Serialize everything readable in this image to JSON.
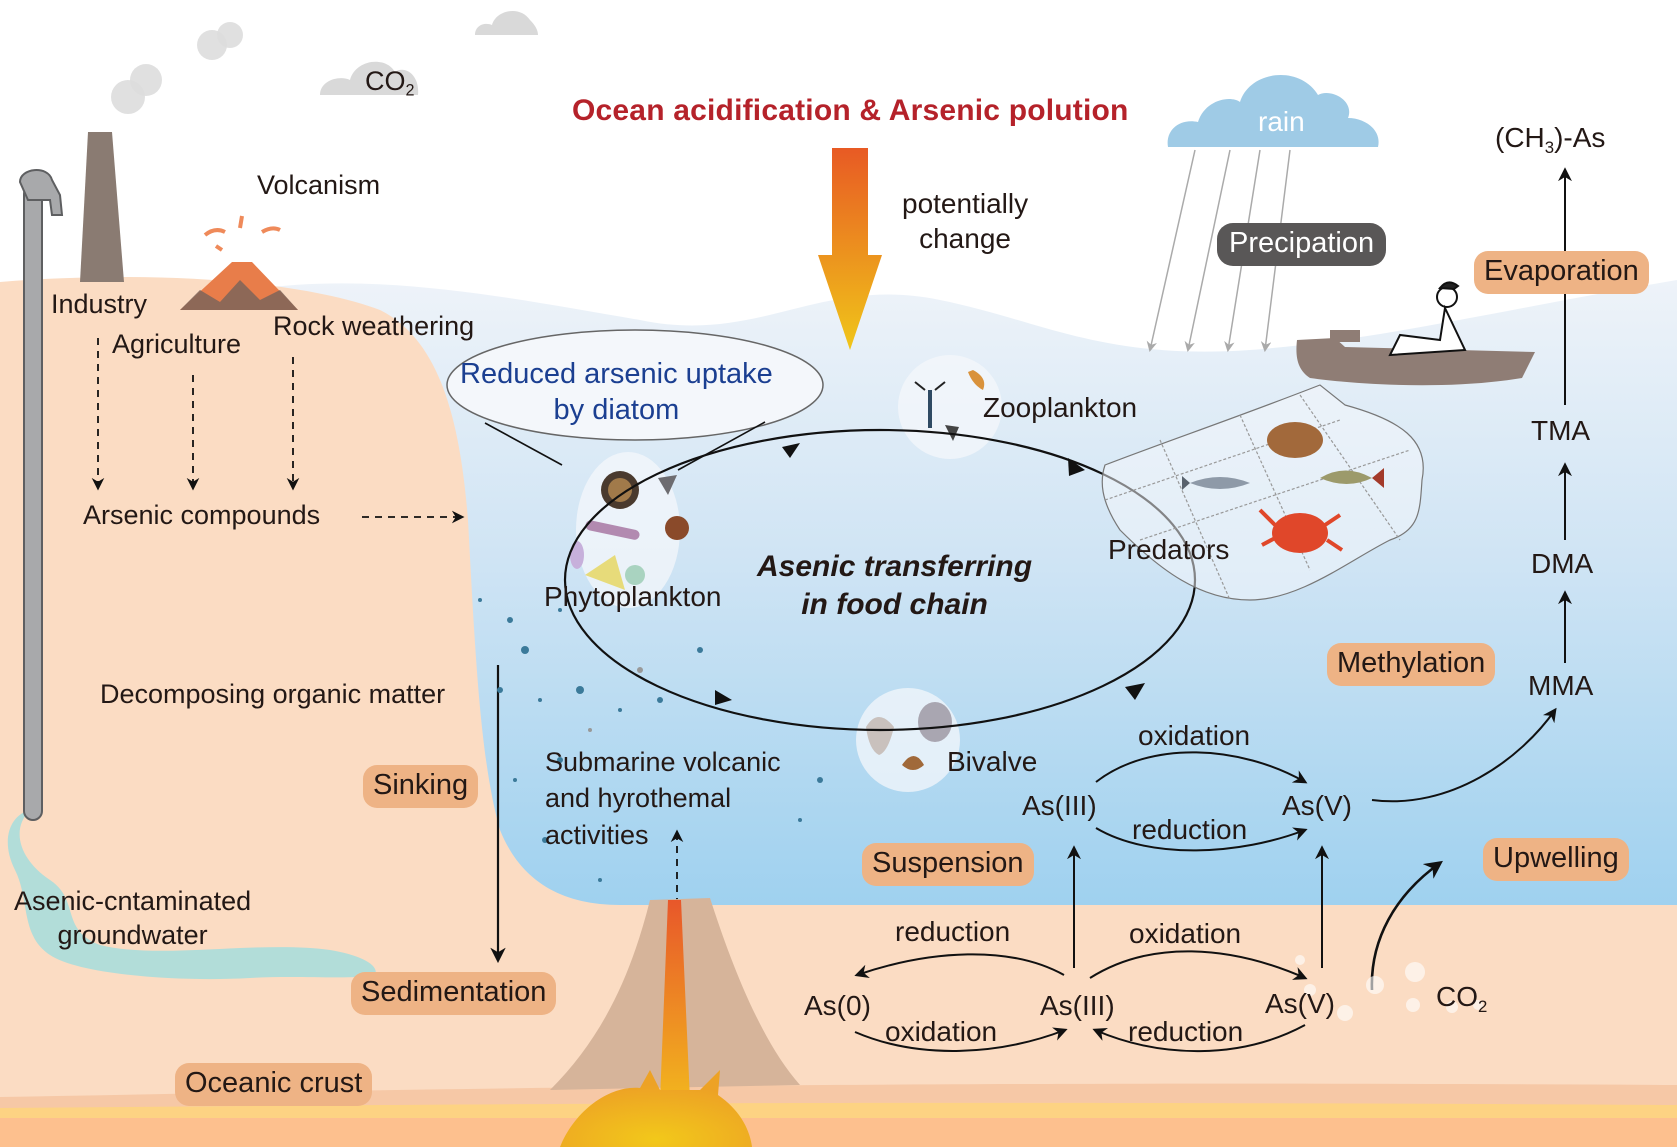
{
  "title": "Ocean acidification & Arsenic polution",
  "effect_label": [
    "potentially",
    "change"
  ],
  "atmosphere": {
    "co2_cloud": {
      "main": "CO",
      "sub": "2"
    },
    "rain_cloud": "rain",
    "precipitation": "Precipation",
    "methyl_product": {
      "pre": "(CH",
      "sub": "3",
      "post": ")-As"
    },
    "evaporation": "Evaporation"
  },
  "land": {
    "volcanism": "Volcanism",
    "sources": [
      "Industry",
      "Agriculture",
      "Rock weathering"
    ],
    "arsenic_compounds": "Arsenic compounds",
    "decomposing": "Decomposing organic matter",
    "groundwater": [
      "Asenic-cntaminated",
      "groundwater"
    ]
  },
  "ocean": {
    "diatom_callout": [
      "Reduced arsenic uptake",
      "by diatom"
    ],
    "food_chain_title": [
      "Asenic transferring",
      "in food chain"
    ],
    "organisms": {
      "phytoplankton": "Phytoplankton",
      "zooplankton": "Zooplankton",
      "predators": "Predators",
      "bivalve": "Bivalve"
    },
    "submarine": [
      "Submarine volcanic",
      "and hyrothemal",
      "activities"
    ],
    "methylation": "Methylation",
    "methyl_chain": [
      "MMA",
      "DMA",
      "TMA"
    ],
    "water_species": {
      "left": "As(III)",
      "right": "As(V)",
      "top_arrow": "oxidation",
      "bottom_arrow": "reduction"
    },
    "upwelling": "Upwelling"
  },
  "processes": {
    "sinking": "Sinking",
    "sedimentation": "Sedimentation",
    "suspension": "Suspension",
    "oceanic_crust": "Oceanic crust"
  },
  "sediment": {
    "species": [
      "As(0)",
      "As(III)",
      "As(V)"
    ],
    "top_left_arrow": "reduction",
    "top_right_arrow": "oxidation",
    "bottom_left_arrow": "oxidation",
    "bottom_right_arrow": "reduction",
    "co2": {
      "main": "CO",
      "sub": "2"
    }
  },
  "colors": {
    "title_red": "#b5222a",
    "pill_orange": "#eeb385",
    "pill_dark": "#595757",
    "land": "#fbdcc3",
    "ocean_top": "#e8f0f8",
    "ocean_bottom": "#9fd0ee",
    "callout_blue": "#1b3f91",
    "rain_cloud": "#9fcbe6"
  }
}
